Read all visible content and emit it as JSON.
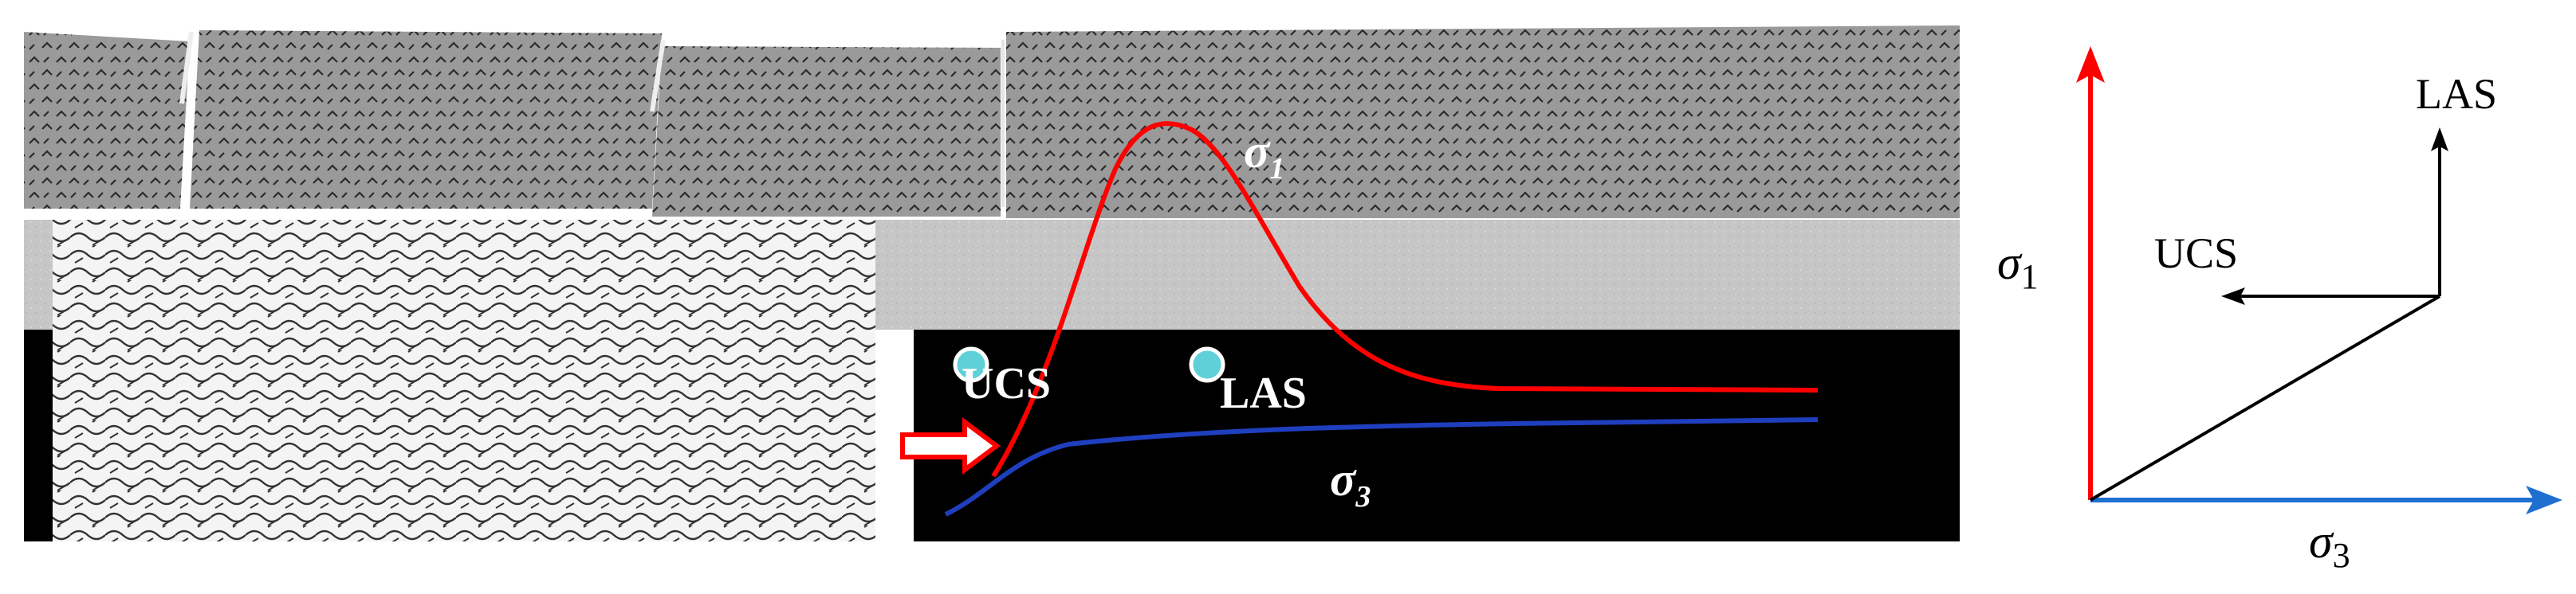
{
  "diagram": {
    "section": {
      "point_labels": {
        "ucs": "UCS",
        "las": "LAS"
      },
      "stress_curves": [
        {
          "symbol": "σ",
          "subscript": "1",
          "color": "#ff0000"
        },
        {
          "symbol": "σ",
          "subscript": "3",
          "color": "#1f3fbf"
        }
      ],
      "colors": {
        "roof": "#9a9a9a",
        "coal_seam": "#c6c6c6",
        "gob": "#f4f4f4",
        "roadway": "#000000",
        "point_marker": "#5fd0d8",
        "arrow": "#ff0000"
      }
    },
    "stress_path": {
      "vertical_axis": {
        "symbol": "σ",
        "subscript": "1",
        "color": "#ff0000"
      },
      "horizontal_axis": {
        "symbol": "σ",
        "subscript": "3",
        "color": "#1f6fd0"
      },
      "labels": {
        "ucs": "UCS",
        "las": "LAS"
      }
    }
  }
}
